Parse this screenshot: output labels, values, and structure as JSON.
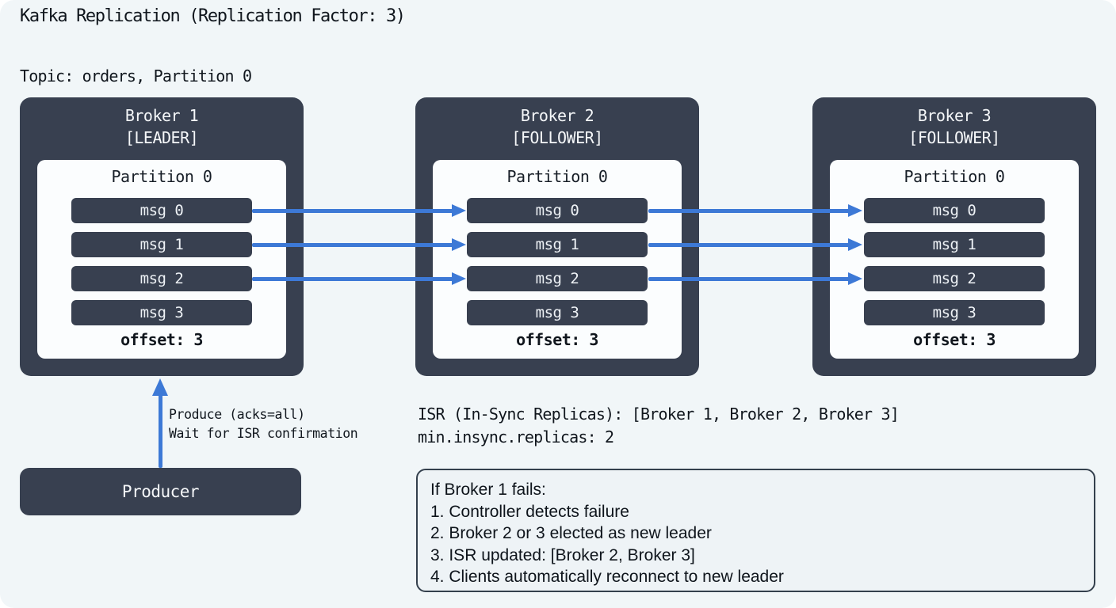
{
  "page": {
    "title": "Kafka Replication (Replication Factor: 3)",
    "subtitle": "Topic: orders, Partition 0"
  },
  "colors": {
    "broker_dark": "#384050",
    "partition_panel": "#fbfdfe",
    "arrow_blue": "#3d79d6",
    "page_background": "#f1f6f8"
  },
  "brokers": [
    {
      "name": "Broker 1",
      "role": "[LEADER]",
      "partition_label": "Partition 0",
      "messages": [
        "msg 0",
        "msg 1",
        "msg 2",
        "msg 3"
      ],
      "offset": "offset: 3"
    },
    {
      "name": "Broker 2",
      "role": "[FOLLOWER]",
      "partition_label": "Partition 0",
      "messages": [
        "msg 0",
        "msg 1",
        "msg 2",
        "msg 3"
      ],
      "offset": "offset: 3"
    },
    {
      "name": "Broker 3",
      "role": "[FOLLOWER]",
      "partition_label": "Partition 0",
      "messages": [
        "msg 0",
        "msg 1",
        "msg 2",
        "msg 3"
      ],
      "offset": "offset: 3"
    }
  ],
  "producer": {
    "label": "Producer",
    "note_line1": "Produce (acks=all)",
    "note_line2": "Wait for ISR confirmation"
  },
  "isr": {
    "line1": "ISR (In-Sync Replicas): [Broker 1, Broker 2, Broker 3]",
    "line2": "min.insync.replicas: 2"
  },
  "failover": {
    "lines": [
      "If Broker 1 fails:",
      "1. Controller detects failure",
      "2. Broker 2 or 3 elected as new leader",
      "3. ISR updated: [Broker 2, Broker 3]",
      "4. Clients automatically reconnect to new leader"
    ]
  }
}
